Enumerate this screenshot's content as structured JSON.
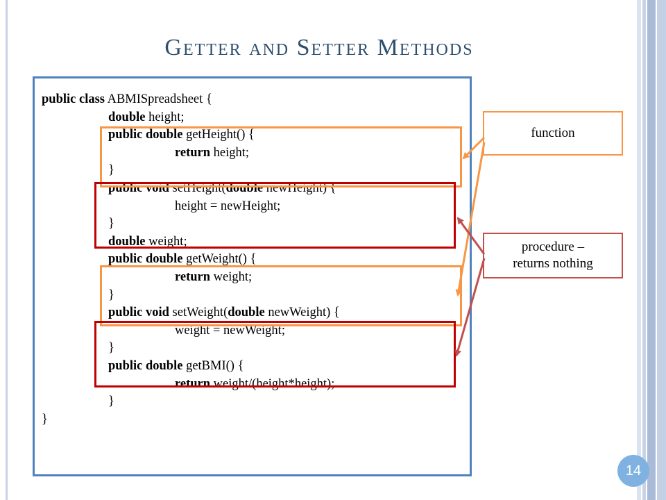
{
  "slide": {
    "title": "Getter and Setter Methods",
    "page_number": "14"
  },
  "code_lines": [
    {
      "indent": 0,
      "parts": [
        {
          "t": "public class",
          "b": true
        },
        {
          "t": " ABMISpreadsheet {",
          "b": false
        }
      ]
    },
    {
      "indent": 1,
      "parts": [
        {
          "t": "double",
          "b": true
        },
        {
          "t": " height;",
          "b": false
        }
      ]
    },
    {
      "indent": 1,
      "parts": [
        {
          "t": "public double",
          "b": true
        },
        {
          "t": " getHeight() {",
          "b": false
        }
      ]
    },
    {
      "indent": 2,
      "parts": [
        {
          "t": "return",
          "b": true
        },
        {
          "t": " height;",
          "b": false
        }
      ]
    },
    {
      "indent": 1,
      "parts": [
        {
          "t": "}",
          "b": false
        }
      ]
    },
    {
      "indent": 1,
      "parts": [
        {
          "t": "public void",
          "b": true
        },
        {
          "t": " setHeight(",
          "b": false
        },
        {
          "t": "double",
          "b": true
        },
        {
          "t": " newHeight) {",
          "b": false
        }
      ]
    },
    {
      "indent": 2,
      "parts": [
        {
          "t": "height = newHeight;",
          "b": false
        }
      ]
    },
    {
      "indent": 1,
      "parts": [
        {
          "t": "}",
          "b": false
        }
      ]
    },
    {
      "indent": 1,
      "parts": [
        {
          "t": "double",
          "b": true
        },
        {
          "t": " weight;",
          "b": false
        }
      ]
    },
    {
      "indent": 1,
      "parts": [
        {
          "t": "public double",
          "b": true
        },
        {
          "t": " getWeight() {",
          "b": false
        }
      ]
    },
    {
      "indent": 2,
      "parts": [
        {
          "t": "return",
          "b": true
        },
        {
          "t": " weight;",
          "b": false
        }
      ]
    },
    {
      "indent": 1,
      "parts": [
        {
          "t": "}",
          "b": false
        }
      ]
    },
    {
      "indent": 1,
      "parts": [
        {
          "t": "public void",
          "b": true
        },
        {
          "t": " setWeight(",
          "b": false
        },
        {
          "t": "double",
          "b": true
        },
        {
          "t": " newWeight) {",
          "b": false
        }
      ]
    },
    {
      "indent": 2,
      "parts": [
        {
          "t": "weight = newWeight;",
          "b": false
        }
      ]
    },
    {
      "indent": 1,
      "parts": [
        {
          "t": "}",
          "b": false
        }
      ]
    },
    {
      "indent": 1,
      "parts": [
        {
          "t": "public double",
          "b": true
        },
        {
          "t": " getBMI() {",
          "b": false
        }
      ]
    },
    {
      "indent": 2,
      "parts": [
        {
          "t": "return",
          "b": true
        },
        {
          "t": " weight/(height*height);",
          "b": false
        }
      ]
    },
    {
      "indent": 1,
      "parts": [
        {
          "t": "}",
          "b": false
        }
      ]
    },
    {
      "indent": 0,
      "parts": [
        {
          "t": "}",
          "b": false
        }
      ]
    }
  ],
  "callouts": {
    "function_label": "function",
    "procedure_label_line1": "procedure –",
    "procedure_label_line2": "returns nothing"
  },
  "colors": {
    "title": "#2e4f6e",
    "code_border": "#4f81bd",
    "getter_highlight": "#f79646",
    "setter_highlight": "#c00000",
    "procedure_arrow": "#c0504d",
    "page_badge": "#7fb2e0"
  }
}
